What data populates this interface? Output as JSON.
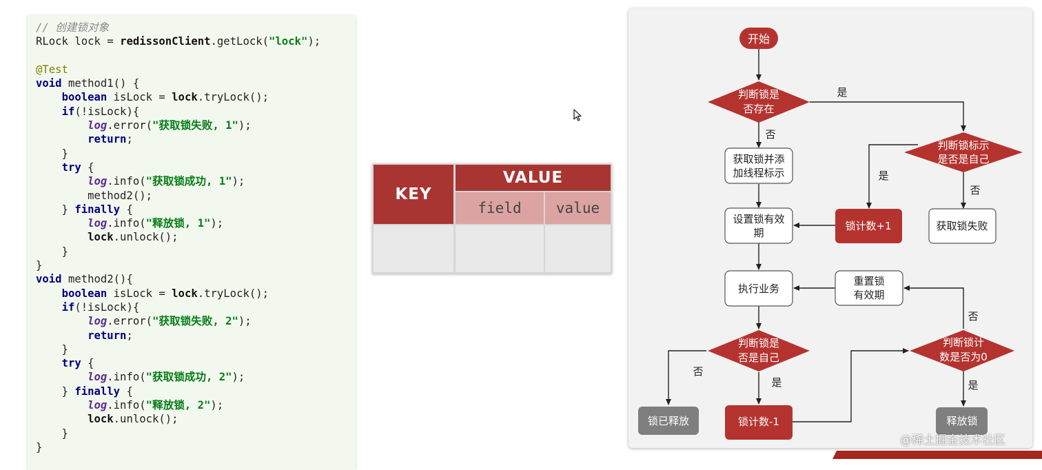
{
  "code": {
    "lines": [
      [
        [
          "comment",
          "// 创建锁对象"
        ]
      ],
      [
        [
          "plain",
          "RLock lock = "
        ],
        [
          "bold",
          "redissonClient"
        ],
        [
          "plain",
          ".getLock("
        ],
        [
          "str",
          "\"lock\""
        ],
        [
          "plain",
          ");"
        ]
      ],
      [],
      [
        [
          "anno",
          "@Test"
        ]
      ],
      [
        [
          "kw",
          "void"
        ],
        [
          "plain",
          " method1() {"
        ]
      ],
      [
        [
          "plain",
          "    "
        ],
        [
          "kw",
          "boolean"
        ],
        [
          "plain",
          " isLock = "
        ],
        [
          "bold",
          "lock"
        ],
        [
          "plain",
          ".tryLock();"
        ]
      ],
      [
        [
          "plain",
          "    "
        ],
        [
          "kw",
          "if"
        ],
        [
          "plain",
          "(!isLock){"
        ]
      ],
      [
        [
          "plain",
          "        "
        ],
        [
          "log",
          "log"
        ],
        [
          "plain",
          ".error("
        ],
        [
          "str",
          "\"获取锁失败, 1\""
        ],
        [
          "plain",
          ");"
        ]
      ],
      [
        [
          "plain",
          "        "
        ],
        [
          "kw",
          "return"
        ],
        [
          "plain",
          ";"
        ]
      ],
      [
        [
          "plain",
          "    }"
        ]
      ],
      [
        [
          "plain",
          "    "
        ],
        [
          "kw",
          "try"
        ],
        [
          "plain",
          " {"
        ]
      ],
      [
        [
          "plain",
          "        "
        ],
        [
          "log",
          "log"
        ],
        [
          "plain",
          ".info("
        ],
        [
          "str",
          "\"获取锁成功, 1\""
        ],
        [
          "plain",
          ");"
        ]
      ],
      [
        [
          "plain",
          "        method2();"
        ]
      ],
      [
        [
          "plain",
          "    } "
        ],
        [
          "kw",
          "finally"
        ],
        [
          "plain",
          " {"
        ]
      ],
      [
        [
          "plain",
          "        "
        ],
        [
          "log",
          "log"
        ],
        [
          "plain",
          ".info("
        ],
        [
          "str",
          "\"释放锁, 1\""
        ],
        [
          "plain",
          ");"
        ]
      ],
      [
        [
          "plain",
          "        "
        ],
        [
          "bold",
          "lock"
        ],
        [
          "plain",
          ".unlock();"
        ]
      ],
      [
        [
          "plain",
          "    }"
        ]
      ],
      [
        [
          "plain",
          "}"
        ]
      ],
      [
        [
          "kw",
          "void"
        ],
        [
          "plain",
          " method2(){"
        ]
      ],
      [
        [
          "plain",
          "    "
        ],
        [
          "kw",
          "boolean"
        ],
        [
          "plain",
          " isLock = "
        ],
        [
          "bold",
          "lock"
        ],
        [
          "plain",
          ".tryLock();"
        ]
      ],
      [
        [
          "plain",
          "    "
        ],
        [
          "kw",
          "if"
        ],
        [
          "plain",
          "(!isLock){"
        ]
      ],
      [
        [
          "plain",
          "        "
        ],
        [
          "log",
          "log"
        ],
        [
          "plain",
          ".error("
        ],
        [
          "str",
          "\"获取锁失败, 2\""
        ],
        [
          "plain",
          ");"
        ]
      ],
      [
        [
          "plain",
          "        "
        ],
        [
          "kw",
          "return"
        ],
        [
          "plain",
          ";"
        ]
      ],
      [
        [
          "plain",
          "    }"
        ]
      ],
      [
        [
          "plain",
          "    "
        ],
        [
          "kw",
          "try"
        ],
        [
          "plain",
          " {"
        ]
      ],
      [
        [
          "plain",
          "        "
        ],
        [
          "log",
          "log"
        ],
        [
          "plain",
          ".info("
        ],
        [
          "str",
          "\"获取锁成功, 2\""
        ],
        [
          "plain",
          ");"
        ]
      ],
      [
        [
          "plain",
          "    } "
        ],
        [
          "kw",
          "finally"
        ],
        [
          "plain",
          " {"
        ]
      ],
      [
        [
          "plain",
          "        "
        ],
        [
          "log",
          "log"
        ],
        [
          "plain",
          ".info("
        ],
        [
          "str",
          "\"释放锁, 2\""
        ],
        [
          "plain",
          ");"
        ]
      ],
      [
        [
          "plain",
          "        "
        ],
        [
          "bold",
          "lock"
        ],
        [
          "plain",
          ".unlock();"
        ]
      ],
      [
        [
          "plain",
          "    }"
        ]
      ],
      [
        [
          "plain",
          "}"
        ]
      ]
    ]
  },
  "table": {
    "key": "KEY",
    "value": "VALUE",
    "field": "field",
    "val": "value"
  },
  "flow": {
    "start": "开始",
    "d1": [
      "判断锁是",
      "否存在"
    ],
    "d1_yes": "是",
    "d1_no": "否",
    "acquire": [
      "获取锁并添",
      "加线程标示"
    ],
    "d2": [
      "判断锁标示",
      "是否是自己"
    ],
    "d2_yes": "是",
    "d2_no": "否",
    "set_expire": [
      "设置锁有效",
      "期"
    ],
    "count_plus": "锁计数+1",
    "fail": "获取锁失败",
    "exec": "执行业务",
    "reset": [
      "重置锁",
      "有效期"
    ],
    "d3": [
      "判断锁是",
      "否是自己"
    ],
    "d3_no": "否",
    "d3_yes": "是",
    "d4": [
      "判断锁计",
      "数是否为0"
    ],
    "d4_no": "否",
    "d4_yes": "是",
    "released": "锁已释放",
    "count_minus": "锁计数-1",
    "release": "释放锁"
  },
  "colors": {
    "accent_red": "#b5332f",
    "gray_box": "#7f7f7f"
  },
  "watermark": "@稀土掘金技术社区"
}
